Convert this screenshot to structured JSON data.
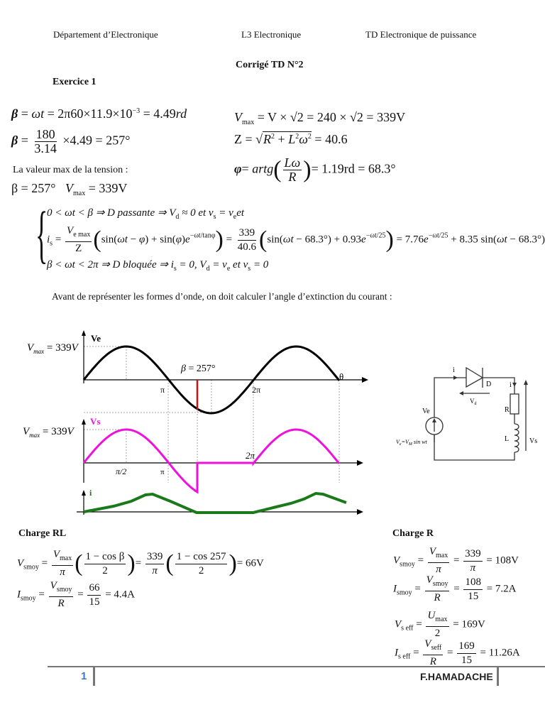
{
  "header": {
    "left": "Département d’Electronique",
    "center": "L3 Electronique",
    "right": "TD  Electronique de puissance"
  },
  "title": "Corrigé TD N°2",
  "exercise": "Exercice 1",
  "equations_left": {
    "beta_rad": "β = ωt = 2π60×11.9×10⁻³ = 4.49rd",
    "beta_deg_num": "180",
    "beta_deg_den": "3.14",
    "beta_deg_rest": "×4.49 = 257°",
    "max_label": "La valeur max de la tension :",
    "beta_result": "β = 257°",
    "vmax_result": "= 339V"
  },
  "equations_right": {
    "vmax": "= V × √2 = 240 × √2 = 339V",
    "z": "Z = √(R² + L²ω²) = 40.6",
    "phi_prefix": "φ= artg",
    "phi_num": "Lω",
    "phi_den": "R",
    "phi_result": "= 1.19rd = 68.3°"
  },
  "system": {
    "line1": "0 < ωt < β ⇒ D passante ⇒ V_d ≈ 0 et v_s = v_e et",
    "line2_lhs": "i_s =",
    "line2_frac_num": "V_emax",
    "line2_frac_den": "Z",
    "line2_mid": "( sin(ωt − φ) + sin(φ) e^(−ωt/tanφ) ) =",
    "line2_num2": "339",
    "line2_den2": "40.6",
    "line2_rest": "( sin(ωt − 68.3°) + 0.93e^(−ωt/25) ) = 7.76e^(−ωt/25) + 8.35 sin(ωt − 68.3°)",
    "line3": "β < ωt < 2π ⇒ D bloquée ⇒ i_s = 0, V_d = v_e et v_s = 0"
  },
  "paragraph": "Avant de représenter les formes d’onde, on doit calculer l’angle d’extinction du courant :",
  "waveforms": {
    "ve_label": "Ve",
    "vs_label": "Vs",
    "i_label": "i",
    "vmax_label": "= 339V",
    "beta_label": "β = 257°",
    "theta_label": "θ",
    "pi_label": "π",
    "two_pi_label": "2π",
    "half_pi_label": "π/2",
    "colors": {
      "ve": "#000000",
      "vs": "#ee11dd",
      "i": "#1a7a1a",
      "beta": "#cc1111"
    }
  },
  "circuit": {
    "i_label": "i",
    "d_label": "D",
    "vd_label": "V_d",
    "ve_label": "Ve",
    "r_label": "R",
    "l_label": "L",
    "vs_label": "Vs",
    "source_eq": "V_e = V_M sin wt"
  },
  "charge_rl": {
    "title": "Charge RL",
    "vsmoy": "= 66V",
    "vsmoy_mid": "339",
    "vsmoy_cos1": "1 − cos β",
    "vsmoy_cos2": "1 − cos 257",
    "ismoy_num": "66",
    "ismoy_den": "15",
    "ismoy_result": "= 4.4A"
  },
  "charge_r": {
    "title": "Charge R",
    "vsmoy_num": "339",
    "vsmoy_result": "= 108V",
    "ismoy_num": "108",
    "ismoy_den": "15",
    "ismoy_result": "= 7.2A",
    "vseff_result": "= 169V",
    "iseff_num": "169",
    "iseff_den": "15",
    "iseff_result": "= 11.26A"
  },
  "footer": {
    "page": "1",
    "author": "F.HAMADACHE"
  }
}
